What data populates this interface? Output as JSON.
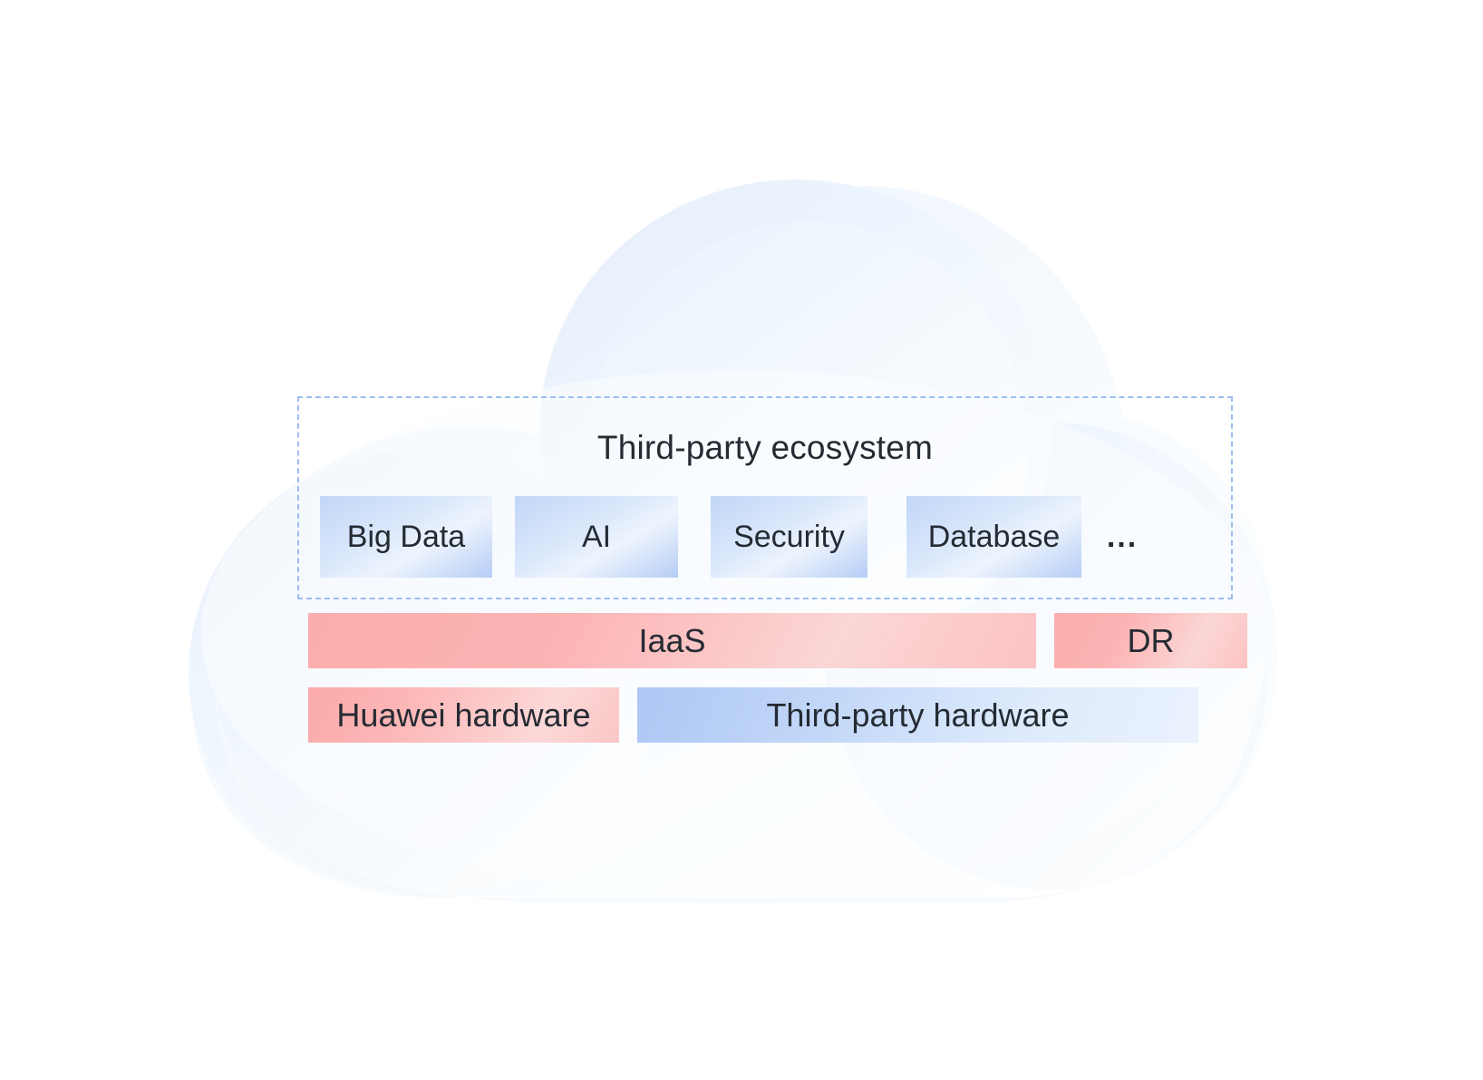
{
  "diagram": {
    "title": "Third-party ecosystem",
    "background_color": "#ffffff",
    "cloud": {
      "name": "cloud-shape",
      "fill_start": "#eef5fd",
      "fill_end": "#fbfdff",
      "outline": "#e4eefb"
    },
    "ecosystem": {
      "region_label": "Third-party ecosystem",
      "border_style": "dashed",
      "border_color": "#9dbdf0",
      "chips": [
        {
          "label": "Big Data"
        },
        {
          "label": "AI"
        },
        {
          "label": "Security"
        },
        {
          "label": "Database"
        }
      ],
      "ellipsis": "..."
    },
    "platform_row": [
      {
        "label": "IaaS",
        "color": "#fcaeae"
      },
      {
        "label": "DR",
        "color": "#fcaeae"
      }
    ],
    "hardware_row": [
      {
        "label": "Huawei hardware",
        "color": "#fbaaaa"
      },
      {
        "label": "Third-party hardware",
        "color": "#aec7f4"
      }
    ],
    "text_color": "#252b33"
  }
}
